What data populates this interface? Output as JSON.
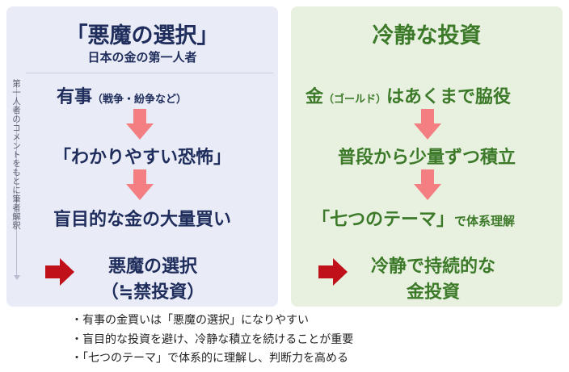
{
  "left": {
    "title": "「悪魔の選択」",
    "subtitle": "日本の金の第一人者",
    "side_note": "第一人者のコメントをもとに筆者解釈",
    "step1_main": "有事",
    "step1_note": "（戦争・紛争など）",
    "step2": "「わかりやすい恐怖」",
    "step3": "盲目的な金の大量買い",
    "result_line1": "悪魔の選択",
    "result_line2": "（≒禁投資）"
  },
  "right": {
    "title": "冷静な投資",
    "step1_a": "金",
    "step1_note": "（ゴールド）",
    "step1_b": "はあくまで脇役",
    "step2": "普段から少量ずつ積立",
    "step3_main": "「七つのテーマ」",
    "step3_b": "で体系理解",
    "result_line1": "冷静で持続的な",
    "result_line2": "金投資"
  },
  "bullets": [
    "・有事の金買いは「悪魔の選択」になりやすい",
    "・盲目的な投資を避け、冷静な積立を続けることが重要",
    "・「七つのテーマ」で体系的に理解し、判断力を高める"
  ],
  "colors": {
    "navy": "#1f2d5c",
    "green": "#3c7a2a",
    "pink_arrow": "#f47f82",
    "red_arrow": "#c0101a",
    "left_panel": "#e9ebf6",
    "right_panel": "#e8f1df"
  }
}
